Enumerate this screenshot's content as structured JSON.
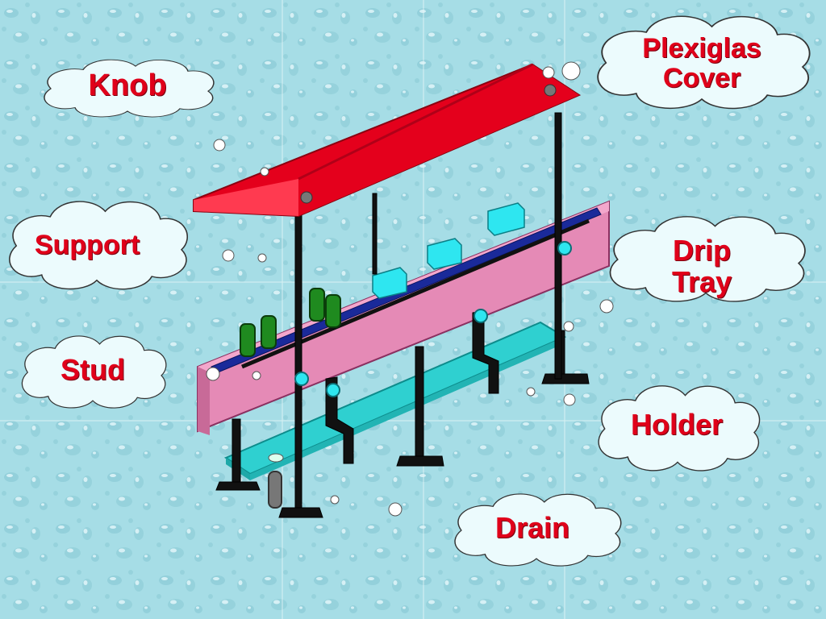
{
  "colors": {
    "background": "#a6dde6",
    "cover": "#e4001c",
    "tray": "#e58ab6",
    "belt": "#1a2a9a",
    "drip_tray": "#2fd0d0",
    "cube": "#2ee6f0",
    "cylinder": "#1f8a1f",
    "frame": "#111111",
    "cloud": "#ecfbfd",
    "label_text": "#e0001a"
  },
  "labels": {
    "knob": "Knob",
    "plexiglas_cover": "Plexiglas Cover",
    "support": "Support",
    "stud": "Stud",
    "drip_tray": "Drip Tray",
    "holder": "Holder",
    "drain": "Drain"
  }
}
